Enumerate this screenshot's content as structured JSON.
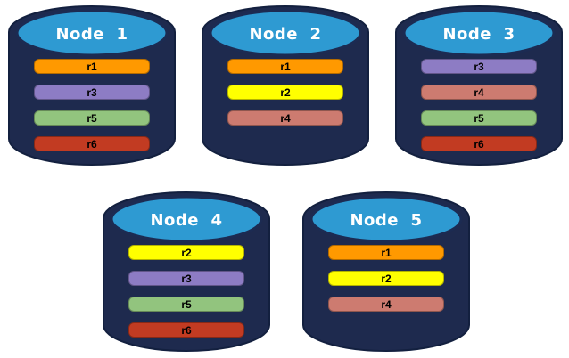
{
  "colors": {
    "background": "#ffffff",
    "cylinder_body": "#1E2A4E",
    "cylinder_top": "#2E9AD2",
    "node_label_text": "#ffffff",
    "bar_label_text": "#000000"
  },
  "replica_colors": {
    "r1": "#FF9900",
    "r2": "#FFFF00",
    "r3": "#8D7CC4",
    "r4": "#CD7B70",
    "r5": "#92C47E",
    "r6": "#C23B22"
  },
  "nodes": [
    {
      "label": "Node  1",
      "bars": [
        {
          "label": "r1",
          "color": "#FF9900"
        },
        {
          "label": "r3",
          "color": "#8D7CC4"
        },
        {
          "label": "r5",
          "color": "#92C47E"
        },
        {
          "label": "r6",
          "color": "#C23B22"
        }
      ]
    },
    {
      "label": "Node  2",
      "bars": [
        {
          "label": "r1",
          "color": "#FF9900"
        },
        {
          "label": "r2",
          "color": "#FFFF00"
        },
        {
          "label": "r4",
          "color": "#CD7B70"
        }
      ]
    },
    {
      "label": "Node  3",
      "bars": [
        {
          "label": "r3",
          "color": "#8D7CC4"
        },
        {
          "label": "r4",
          "color": "#CD7B70"
        },
        {
          "label": "r5",
          "color": "#92C47E"
        },
        {
          "label": "r6",
          "color": "#C23B22"
        }
      ]
    },
    {
      "label": "Node  4",
      "bars": [
        {
          "label": "r2",
          "color": "#FFFF00"
        },
        {
          "label": "r3",
          "color": "#8D7CC4"
        },
        {
          "label": "r5",
          "color": "#92C47E"
        },
        {
          "label": "r6",
          "color": "#C23B22"
        }
      ]
    },
    {
      "label": "Node  5",
      "bars": [
        {
          "label": "r1",
          "color": "#FF9900"
        },
        {
          "label": "r2",
          "color": "#FFFF00"
        },
        {
          "label": "r4",
          "color": "#CD7B70"
        }
      ]
    }
  ]
}
